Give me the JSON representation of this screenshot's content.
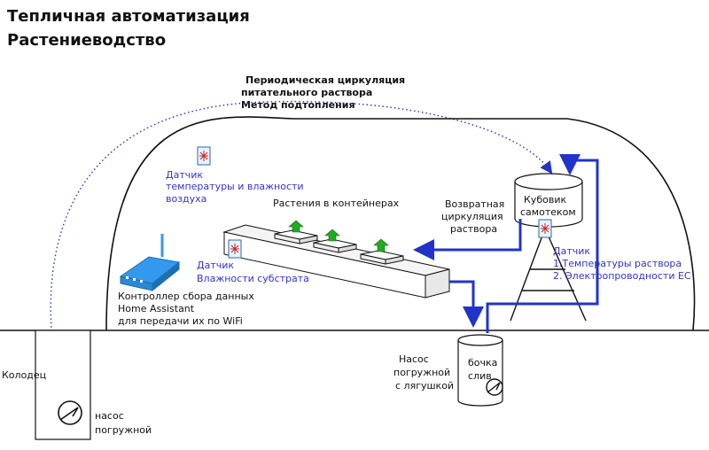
{
  "header": {
    "title_line1": "Тепличная автоматизация",
    "title_line2": "Растениеводство"
  },
  "circulation": {
    "line1": "Периодическая циркуляция",
    "line2": "питательного раствора",
    "line3": "Метод подтопления"
  },
  "sensor_air": {
    "line1": "Датчик",
    "line2": "температуры и влажности",
    "line3": "воздуха"
  },
  "plants_label": "Растения в контейнерах",
  "sensor_substrate": {
    "line1": "Датчик",
    "line2": "Влажности субстрата"
  },
  "return_flow": {
    "line1": "Возвратная",
    "line2": "циркуляция",
    "line3": "раствора"
  },
  "tank": {
    "line1": "Кубовик",
    "line2": "самотеком"
  },
  "sensor_tank": {
    "line1": "Датчик",
    "line2": "1.Температуры раствора",
    "line3": "2. Электропроводности EC"
  },
  "controller": {
    "line1": "Контроллер сбора данных",
    "line2": "Home Assistant",
    "line3": "для передачи их по WiFi"
  },
  "well": {
    "label": "Колодец",
    "pump_line1": "насос",
    "pump_line2": "погружной"
  },
  "drain": {
    "pump_line1": "Насос",
    "pump_line2": "погружной",
    "pump_line3": "с лягушкой",
    "barrel_line1": "бочка",
    "barrel_line2": "слив"
  },
  "colors": {
    "pipe": "#2233cc",
    "sensor_text": "#3333cc",
    "router": "#3399ee",
    "plant": "#22aa22"
  },
  "icons": {
    "sensor": "snowflake-sensor-icon",
    "router": "wifi-router-icon",
    "pump": "pump-icon",
    "plant": "plant-icon"
  }
}
